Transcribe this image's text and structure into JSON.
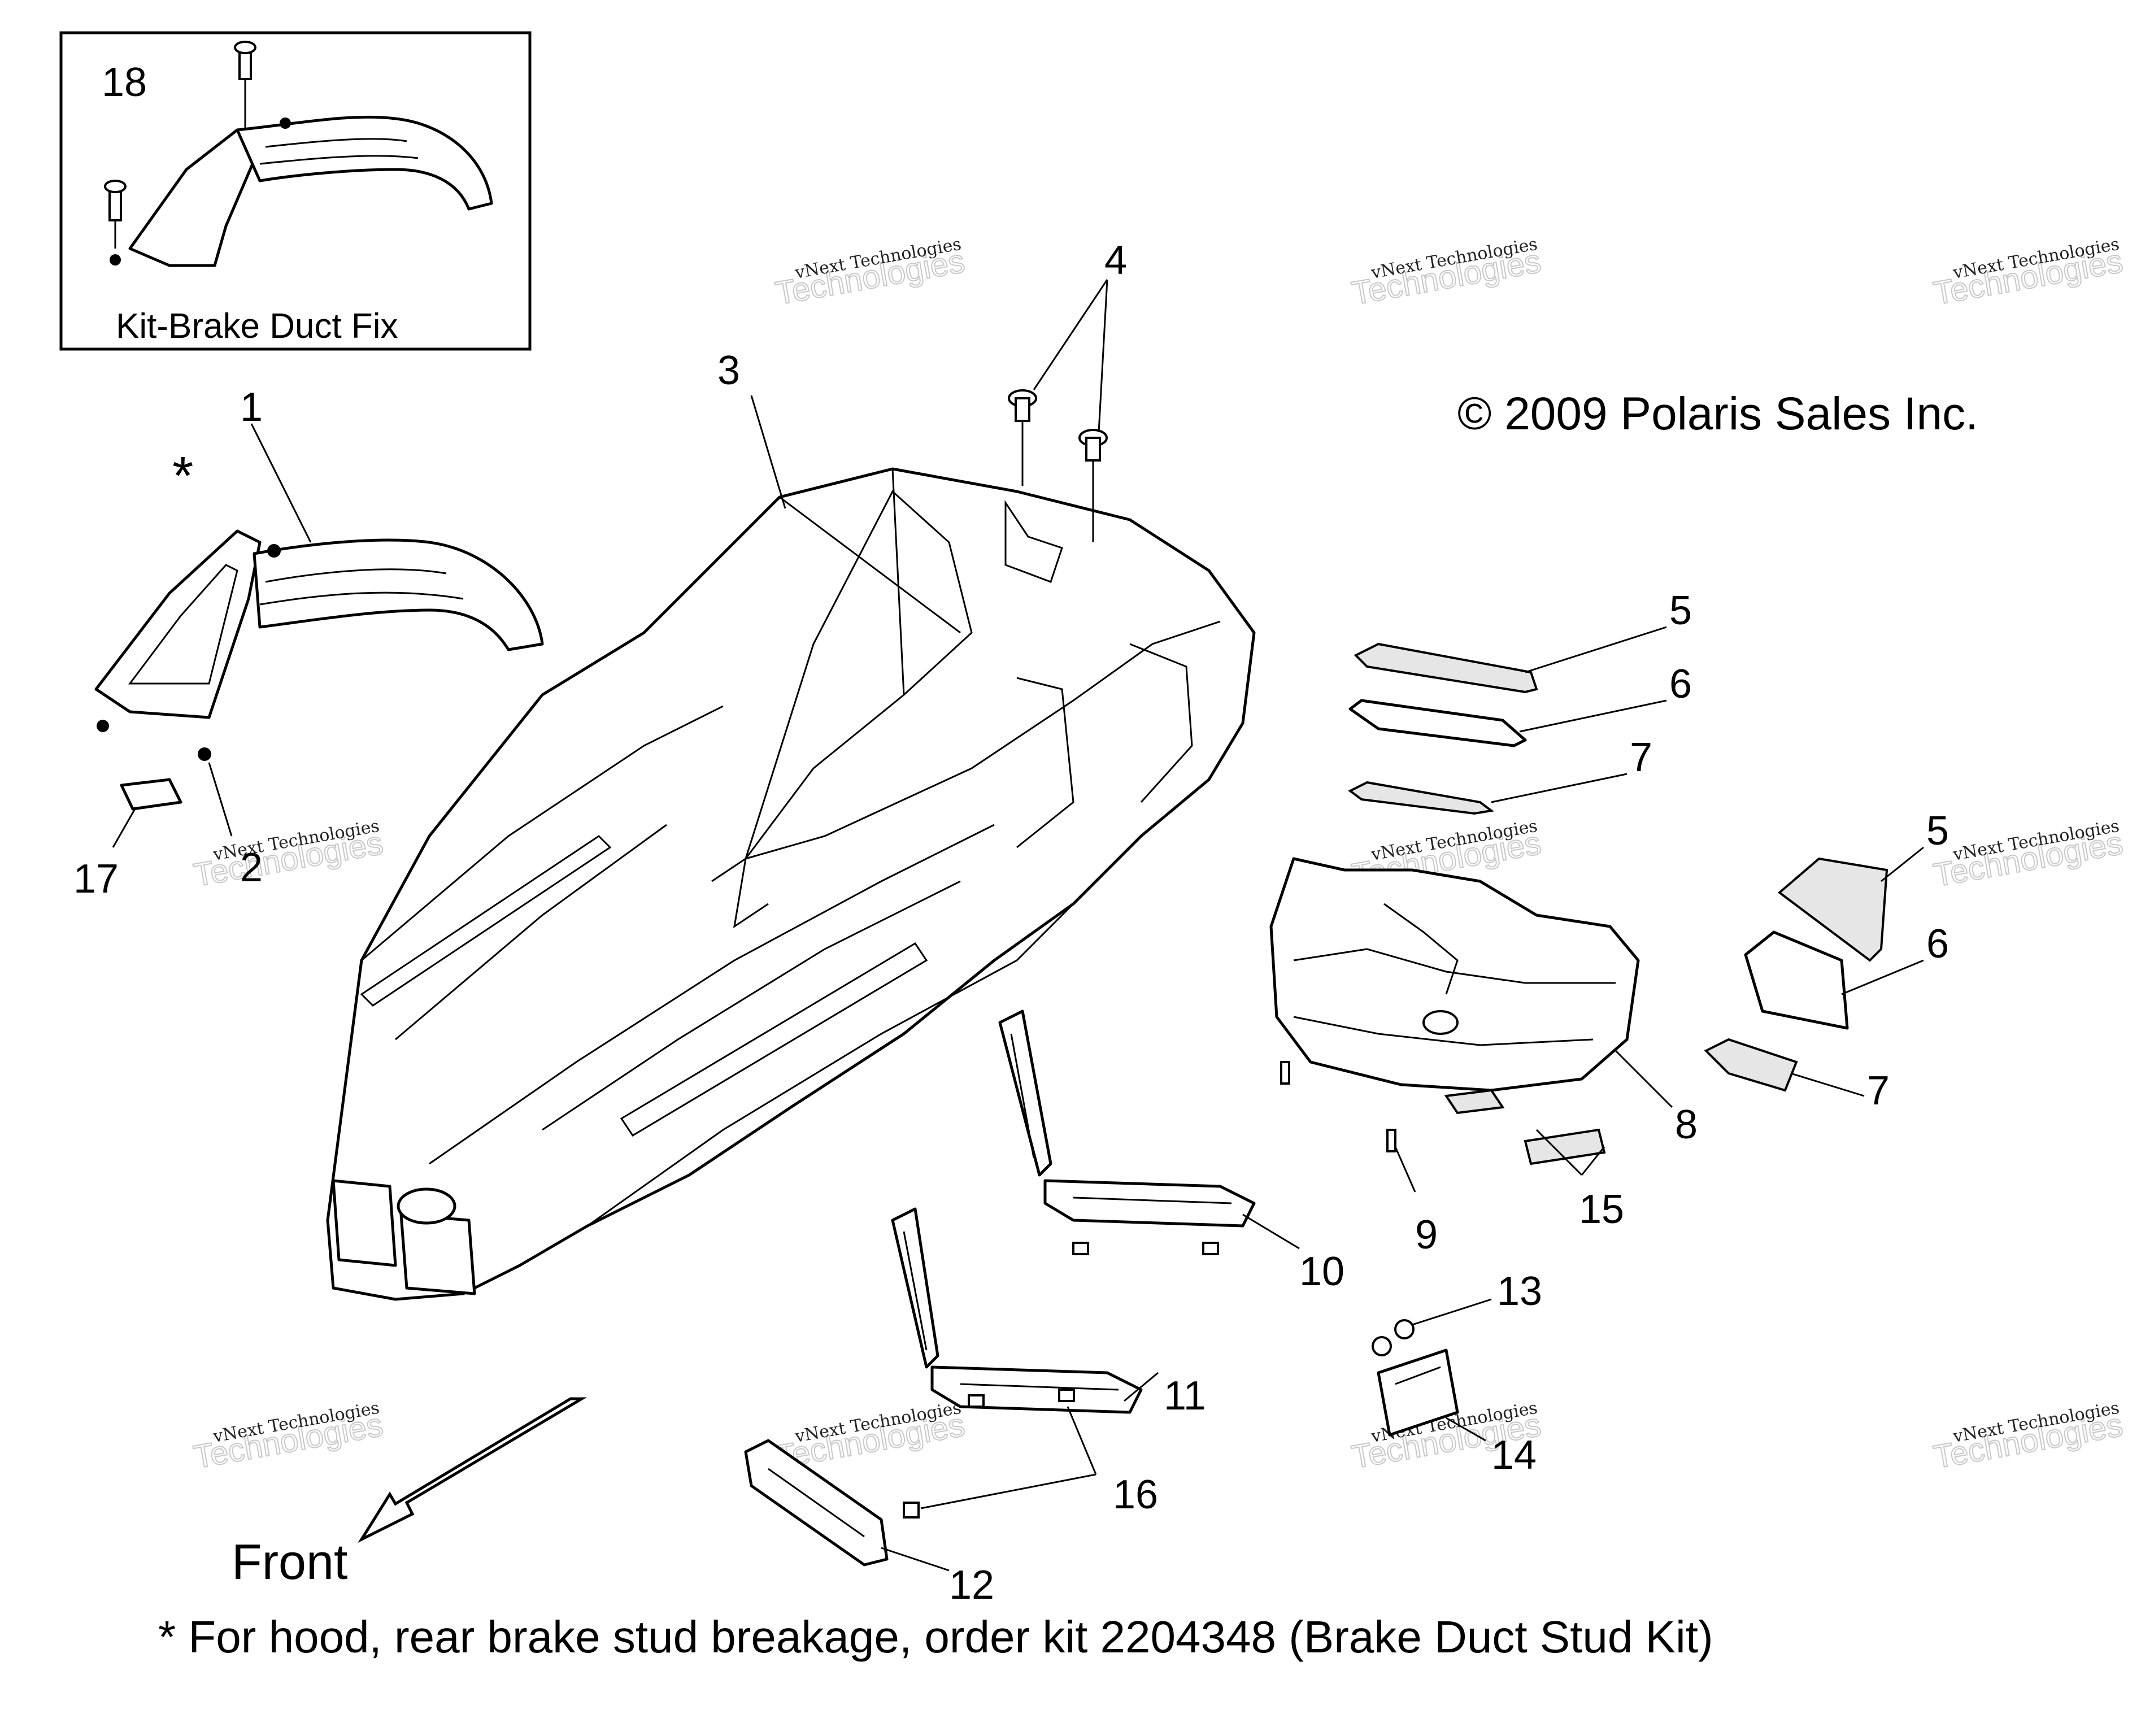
{
  "inset": {
    "number": "18",
    "title": "Kit-Brake Duct Fix"
  },
  "copyright": "© 2009 Polaris Sales Inc.",
  "asterisk": "*",
  "direction_label": "Front",
  "footnote": "* For hood, rear brake stud breakage, order kit 2204348 (Brake Duct Stud Kit)",
  "watermark": {
    "line1": "vNext Technologies",
    "line2": "Technologies"
  },
  "callouts": {
    "c1": "1",
    "c2": "2",
    "c3": "3",
    "c4": "4",
    "c5a": "5",
    "c6a": "6",
    "c7a": "7",
    "c5b": "5",
    "c6b": "6",
    "c7b": "7",
    "c8": "8",
    "c9": "9",
    "c10": "10",
    "c11": "11",
    "c12": "12",
    "c13": "13",
    "c14": "14",
    "c15": "15",
    "c16": "16",
    "c17": "17"
  }
}
